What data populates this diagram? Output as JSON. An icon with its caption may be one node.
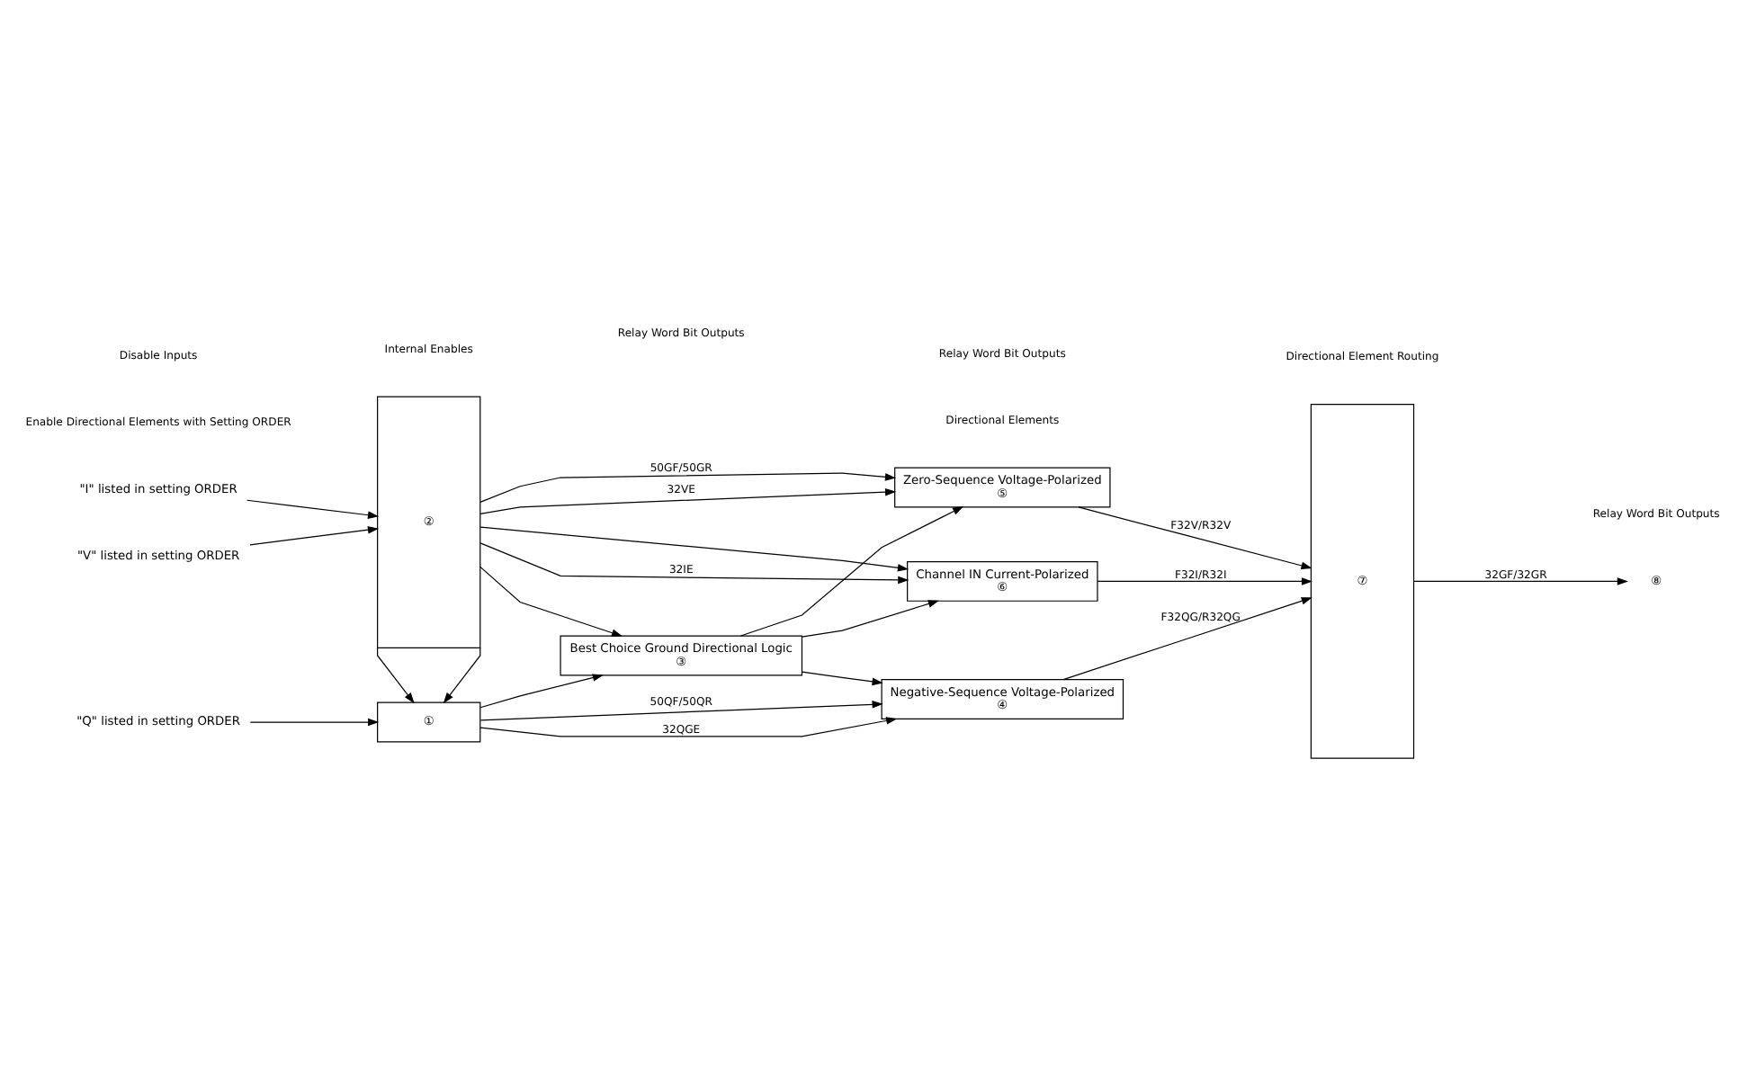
{
  "diagram": {
    "nodes": [
      {
        "text": [
          "\"Q\" listed in setting ORDER"
        ]
      },
      {
        "text": [
          "①"
        ]
      },
      {
        "text": [
          "\"V\" listed in setting ORDER"
        ]
      },
      {
        "text": [
          "\"I\" listed in setting ORDER"
        ]
      },
      {
        "text": [
          "②"
        ]
      },
      {
        "text": [
          "Best Choice Ground Directional Logic",
          "③"
        ]
      },
      {
        "text": [
          "Negative-Sequence Voltage-Polarized",
          "④"
        ]
      },
      {
        "text": [
          "Zero-Sequence Voltage-Polarized",
          "⑤"
        ]
      },
      {
        "text": [
          "Channel IN Current-Polarized",
          "⑥"
        ]
      },
      {
        "text": [
          "⑦"
        ]
      },
      {
        "text": [
          "⑧"
        ]
      }
    ],
    "edges": [
      {
        "from": 0,
        "to": 1,
        "arrow": "to"
      },
      {
        "from": 1,
        "to": 6,
        "arrow": "to",
        "label": "50QF/50QR"
      },
      {
        "from": 1,
        "to": 6,
        "arrow": "to",
        "label": "32QGE"
      },
      {
        "from": 1,
        "to": 5,
        "arrow": "to"
      },
      {
        "from": 4,
        "to": 1,
        "arrow": "to"
      },
      {
        "from": 4,
        "to": 1,
        "arrow": "to"
      },
      {
        "from": 2,
        "to": 4,
        "arrow": "to"
      },
      {
        "from": 3,
        "to": 4,
        "arrow": "to"
      },
      {
        "from": 4,
        "to": 7,
        "arrow": "to",
        "label": "32VE"
      },
      {
        "from": 4,
        "to": 5,
        "arrow": "to"
      },
      {
        "from": 4,
        "to": 7,
        "arrow": "to",
        "label": "50GF/50GR"
      },
      {
        "from": 4,
        "to": 8,
        "arrow": "to"
      },
      {
        "from": 4,
        "to": 8,
        "arrow": "to",
        "label": "32IE"
      },
      {
        "from": 5,
        "to": 6,
        "arrow": "to"
      },
      {
        "from": 5,
        "to": 7,
        "arrow": "to"
      },
      {
        "from": 5,
        "to": 8,
        "arrow": "to"
      },
      {
        "from": 6,
        "to": 9,
        "arrow": "to",
        "label": "F32QG/R32QG"
      },
      {
        "from": 7,
        "to": 9,
        "arrow": "to",
        "label": "F32V/R32V"
      },
      {
        "from": 8,
        "to": 9,
        "arrow": "to",
        "label": "F32I/R32I"
      },
      {
        "from": 9,
        "to": 10,
        "arrow": "to",
        "label": "32GF/32GR"
      }
    ],
    "labels": [
      "Enable Directional Elements with Setting ORDER",
      "Internal Enables",
      "Relay Word Bit Outputs",
      "Directional Elements",
      "Relay Word Bit Outputs",
      "Directional Element Routing",
      "Relay Word Bit Outputs",
      "Disable Inputs"
    ]
  }
}
